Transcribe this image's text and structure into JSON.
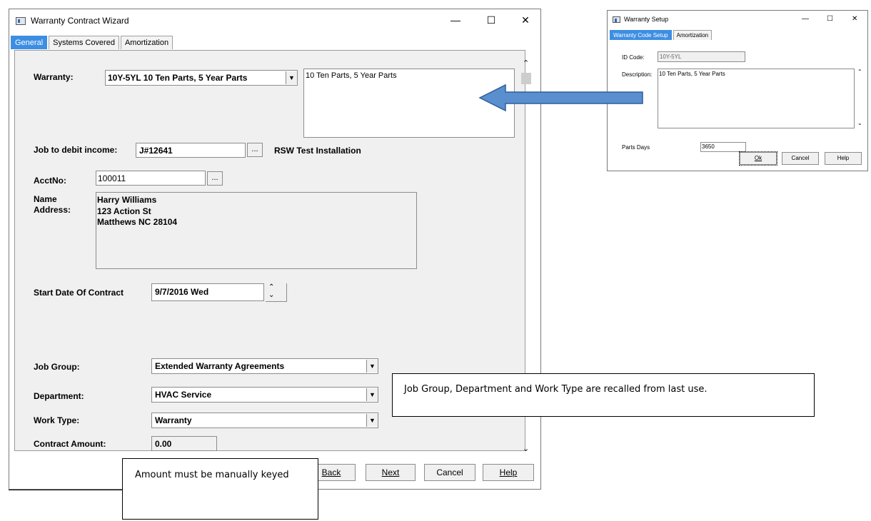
{
  "main_window": {
    "title": "Warranty Contract Wizard",
    "controls": {
      "minimize": "—",
      "maximize": "☐",
      "close": "✕"
    },
    "tabs": [
      {
        "label": "General",
        "active": true
      },
      {
        "label": "Systems Covered",
        "active": false
      },
      {
        "label": "Amortization",
        "active": false
      }
    ],
    "form": {
      "warranty_label": "Warranty:",
      "warranty_value": "10Y-5YL   10 Ten Parts,  5 Year Parts",
      "warranty_description": "10 Ten Parts,  5 Year Parts",
      "job_label": "Job to debit income:",
      "job_value": "J#12641",
      "job_name": "RSW Test Installation",
      "acct_label": "AcctNo:",
      "acct_value": "100011",
      "name_label": "Name",
      "address_label": "Address:",
      "address_lines": [
        "Harry Williams",
        "123 Action St",
        "Matthews NC 28104"
      ],
      "start_date_label": "Start Date Of Contract",
      "start_date_value": "9/7/2016 Wed",
      "job_group_label": "Job Group:",
      "job_group_value": "Extended Warranty Agreements",
      "department_label": "Department:",
      "department_value": "HVAC Service",
      "work_type_label": "Work Type:",
      "work_type_value": "Warranty",
      "contract_amount_label": "Contract Amount:",
      "contract_amount_value": "0.00",
      "ellipsis": "..."
    },
    "buttons": {
      "back": "Back",
      "next": "Next",
      "cancel": "Cancel",
      "help": "Help"
    }
  },
  "setup_window": {
    "title": "Warranty Setup",
    "controls": {
      "minimize": "—",
      "maximize": "☐",
      "close": "✕"
    },
    "tabs": [
      {
        "label": "Warranty Code Setup",
        "active": true
      },
      {
        "label": "Amortization",
        "active": false
      }
    ],
    "id_code_label": "ID Code:",
    "id_code_value": "10Y-5YL",
    "description_label": "Description:",
    "description_value": "10 Ten Parts,  5 Year Parts",
    "parts_days_label": "Parts Days",
    "parts_days_value": "3650",
    "buttons": {
      "ok": "Ok",
      "cancel": "Cancel",
      "help": "Help"
    }
  },
  "callouts": {
    "recall_note": "Job Group, Department and Work Type are recalled from last use.",
    "amount_note": "Amount must be manually keyed"
  },
  "colors": {
    "tab_active": "#3d8ee3",
    "arrow_fill": "#5a8fcf",
    "arrow_stroke": "#2f5f9a"
  }
}
